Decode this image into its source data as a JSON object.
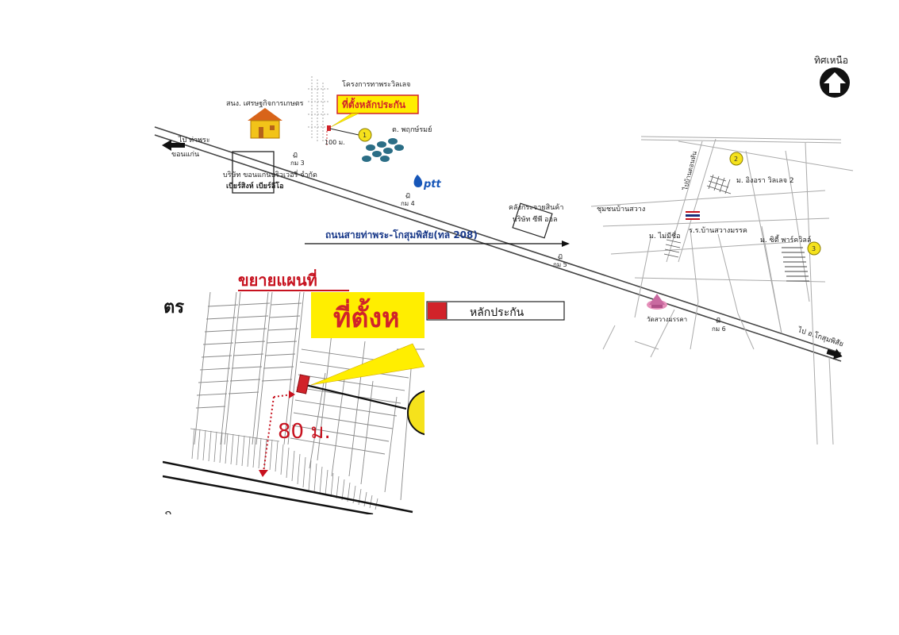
{
  "north": {
    "label": "ทิศเหนือ"
  },
  "main_map": {
    "project_name": "โครงการทาพระวิลเลจ",
    "collateral_banner": "ที่ตั้งหลักประกัน",
    "distance_small": "100 ม.",
    "coop": "สนง. เศรษฐกิจการเกษตร",
    "to_thaphra": "ไป ท่าพระ",
    "to_khonkaen": "ขอนแก่น",
    "km3": "กม 3",
    "km4": "กม 4",
    "km5": "กม 5",
    "km6": "กม 6",
    "company_line1": "บริษัท ขอนแก่นบริวเวอรี่ จำกัด",
    "company_line2": "เบียร์สิงห์ เบียร์ลีโอ",
    "village_ph": "ต. พฤกษ์รมย์",
    "ptt": "ptt",
    "warehouse_line1": "คลังกระจายสินค้า",
    "warehouse_line2": "บริษัท ซีพี ออล",
    "road_name": "ถนนสายท่าพระ-โกสุมพิสัย(ทล 208)",
    "community": "ชุมชนบ้านสวาง",
    "to_village_road": "ไปบ้านดอนหัน",
    "village_2": "ม. อิงอรา วิลเลจ 2",
    "school": "ร.ร.บ้านสวางมรรค",
    "village_b": "ม. ไม่มีชื่อ",
    "village_c": "ม. ซิตี้ พาร์ควิลล์",
    "temple": "วัดสวางมรรคา",
    "to_kosum": "ไป อ.โกสุมพิสัย",
    "marker_1": "1",
    "marker_2": "2",
    "marker_3": "3"
  },
  "inset": {
    "title": "ขยายแผนที่",
    "banner": "ที่ตั้งห",
    "side_label": "ตร",
    "distance": "80 ม.",
    "legend_label": "หลักประกัน"
  },
  "colors": {
    "collateral_red": "#d1232a",
    "banner_yellow": "#ffee00",
    "marker_yellow": "#f5e21c",
    "road_blue": "#1a3a8a",
    "ptt_blue": "#1656b8"
  }
}
